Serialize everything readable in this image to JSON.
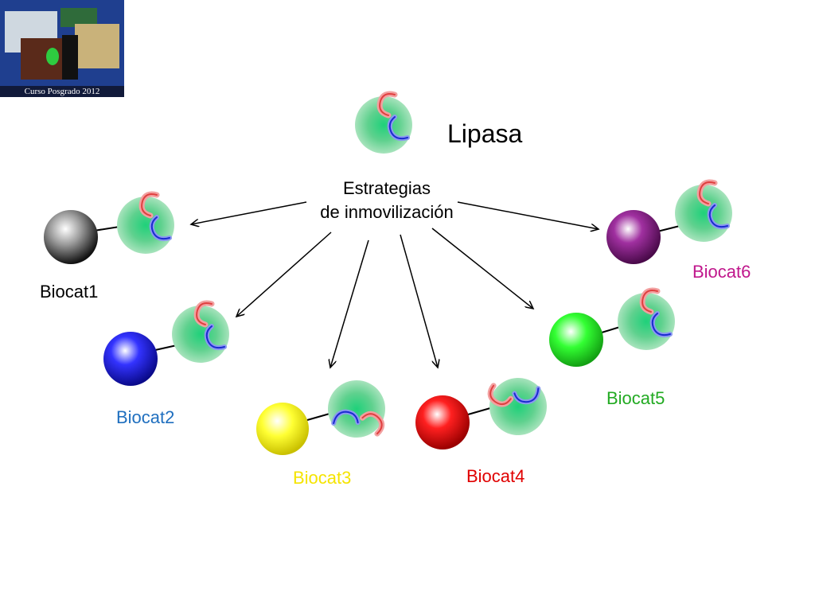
{
  "logo": {
    "caption": "Curso Posgrado 2012"
  },
  "title": "Lipasa",
  "center": {
    "line1": "Estrategias",
    "line2": "de inmovilización"
  },
  "biocats": [
    {
      "label": "Biocat1",
      "color": "#000000",
      "bead": "#555555"
    },
    {
      "label": "Biocat2",
      "color": "#1f6fbf",
      "bead": "#1a1aff"
    },
    {
      "label": "Biocat3",
      "color": "#f5e400",
      "bead": "#ffff33"
    },
    {
      "label": "Biocat4",
      "color": "#e00000",
      "bead": "#ff1a1a"
    },
    {
      "label": "Biocat5",
      "color": "#22aa22",
      "bead": "#33ff33"
    },
    {
      "label": "Biocat6",
      "color": "#c0178c",
      "bead": "#8a1a8a"
    }
  ]
}
